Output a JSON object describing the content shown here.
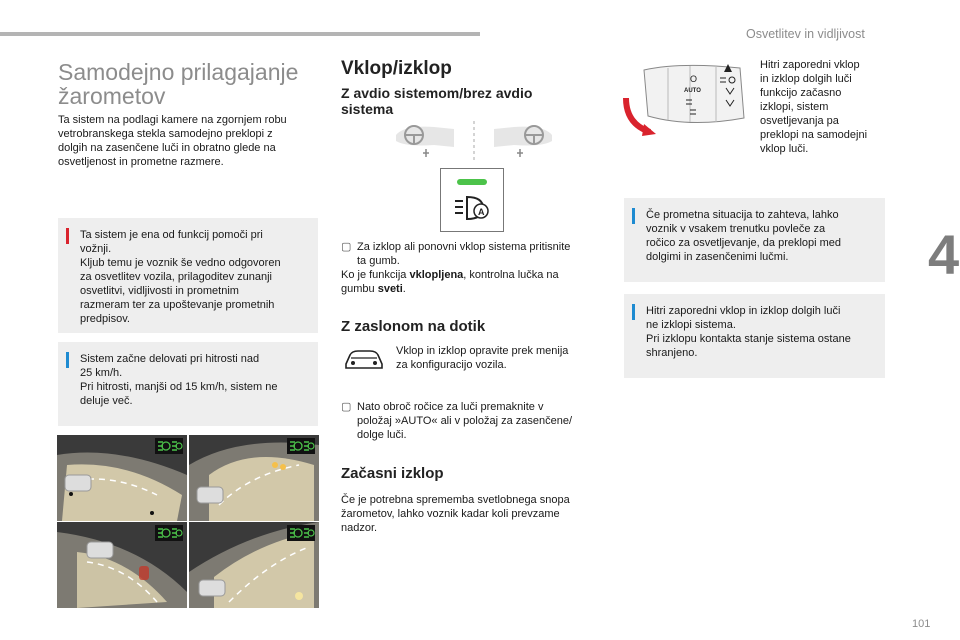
{
  "header": {
    "section": "Osvetlitev in vidljivost",
    "chapter": "4",
    "page": "101"
  },
  "left": {
    "title_line1": "Samodejno prilagajanje",
    "title_line2": "žarometov",
    "intro": [
      "Ta sistem na podlagi kamere na zgornjem robu",
      "vetrobranskega stekla samodejno preklopi z",
      "dolgih na zasenčene luči in obratno glede na",
      "osvetljenost in prometne razmere."
    ],
    "warning": [
      "Ta sistem je ena od funkcij pomoči pri",
      "vožnji.",
      "Kljub temu je voznik še vedno odgovoren",
      "za osvetlitev vozila, prilagoditev zunanji",
      "osvetlitvi, vidljivosti in prometnim",
      "razmeram ter za upoštevanje prometnih",
      "predpisov."
    ],
    "info": [
      "Sistem začne delovati pri hitrosti nad",
      "25 km/h.",
      "Pri hitrosti, manjši od 15 km/h, sistem ne",
      "deluje več."
    ]
  },
  "middle": {
    "title": "Vklop/izklop",
    "sub1": [
      "Z avdio sistemom/brez avdio",
      "sistema"
    ],
    "step1_bullet": "",
    "step1": [
      "Za izklop ali ponovni vklop sistema pritisnite",
      "ta gumb."
    ],
    "step1b_line1_pre": "Ko je funkcija ",
    "step1b_line1_bold": "vklopljena",
    "step1b_line1_post": ", kontrolna lučka na",
    "step1b_line2_pre": "gumbu ",
    "step1b_line2_bold": "sveti",
    "step1b_line2_post": ".",
    "sub2": "Z zaslonom na dotik",
    "touch": [
      "Vklop in izklop opravite prek menija",
      "za konfiguracijo vozila."
    ],
    "step2": [
      "Nato obroč ročice za luči premaknite v",
      "položaj »AUTO« ali v položaj za zasenčene/",
      "dolge luči."
    ],
    "sub3": "Začasni izklop",
    "temp": [
      "Če je potrebna sprememba svetlobnega snopa",
      "žarometov, lahko voznik kadar koli prevzame",
      "nadzor."
    ]
  },
  "right": {
    "lever_text": [
      "Hitri zaporedni vklop",
      "in izklop dolgih luči",
      "funkcijo začasno",
      "izklopi, sistem",
      "osvetljevanja pa",
      "preklopi na samodejni",
      "vklop luči."
    ],
    "lever_label": "AUTO",
    "lever_o": "O",
    "info1": [
      "Če prometna situacija to zahteva, lahko",
      "voznik v vsakem trenutku povleče za",
      "ročico za osvetljevanje, da preklopi med",
      "dolgimi in zasenčenimi lučmi."
    ],
    "info2": [
      "Hitri zaporedni vklop in izklop dolgih luči",
      "ne izklopi sistema.",
      "Pri izklopu kontakta stanje sistema ostane",
      "shranjeno."
    ]
  },
  "colors": {
    "red": "#d9232d",
    "blue": "#1e8bd1",
    "green": "#4cc34a",
    "box": "#eeeeee",
    "gray_title": "#8c8c8c"
  }
}
